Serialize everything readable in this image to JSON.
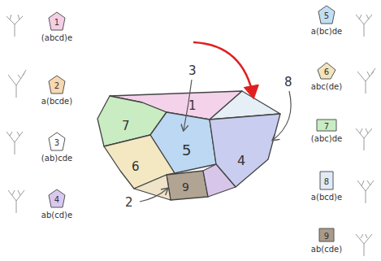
{
  "diagram": {
    "nodes": [
      {
        "text": [
          "1",
          "(abcd)e"
        ]
      },
      {
        "text": [
          "2",
          "a(bcde)"
        ]
      },
      {
        "text": [
          "3",
          "(ab)cde"
        ]
      },
      {
        "text": [
          "4",
          "ab(cd)e"
        ]
      },
      {
        "text": [
          "5",
          "a(bc)de"
        ]
      },
      {
        "text": [
          "6",
          "abc(de)"
        ]
      },
      {
        "text": [
          "7",
          "(abc)de"
        ]
      },
      {
        "text": [
          "8",
          "a(bcd)e"
        ]
      },
      {
        "text": [
          "9",
          "ab(cde)"
        ]
      }
    ],
    "labels": [
      "1",
      "7",
      "5",
      "4",
      "6",
      "9",
      "3",
      "8",
      "2"
    ]
  }
}
